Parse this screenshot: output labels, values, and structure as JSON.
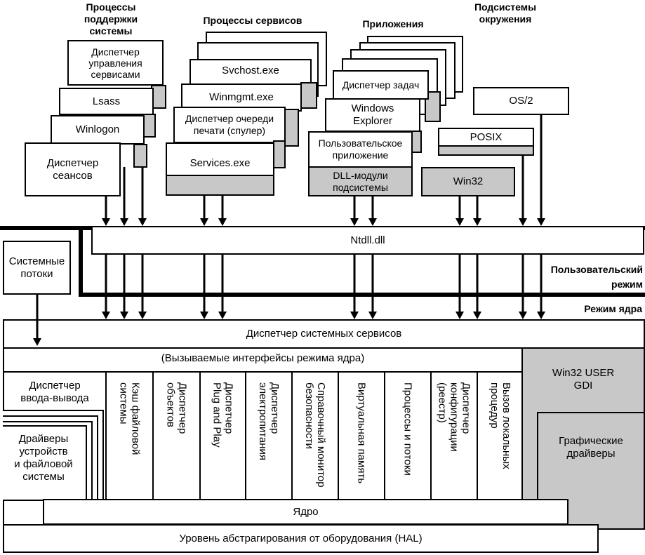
{
  "groups": {
    "support": "Процессы\nподдержки системы",
    "services": "Процессы сервисов",
    "apps": "Приложения",
    "env": "Подсистемы\nокружения"
  },
  "support_boxes": {
    "scm": "Диспетчер\nуправления\nсервисами",
    "lsass": "Lsass",
    "winlogon": "Winlogon",
    "smss": "Диспетчер\nсеансов"
  },
  "service_boxes": {
    "svchost": "Svchost.exe",
    "winmgmt": "Winmgmt.exe",
    "spooler": "Диспетчер очереди\nпечати (спулер)",
    "services": "Services.exe"
  },
  "app_boxes": {
    "taskmgr": "Диспетчер задач",
    "explorer": "Windows\nExplorer",
    "userapp": "Пользовательское\nприложение",
    "dll": "DLL-модули\nподсистемы"
  },
  "env_boxes": {
    "os2": "OS/2",
    "posix": "POSIX",
    "win32": "Win32"
  },
  "ntdll": "Ntdll.dll",
  "system_threads": "Системные\nпотоки",
  "user_mode": "Пользовательский\nрежим",
  "kernel_mode": "Режим ядра",
  "system_service_dispatcher": "Диспетчер системных сервисов",
  "callable_interfaces": "(Вызываемые интерфейсы режима ядра)",
  "io_manager": "Диспетчер\nввода-вывода",
  "device_drivers": "Драйверы\nустройств\nи файловой\nсистемы",
  "executive": [
    "Кэш файловой\nсистемы",
    "Диспетчер\nобъектов",
    "Диспетчер\nPlug and Play",
    "Диспетчер\nэлектропитания",
    "Справочный монитор\nбезопасности",
    "Виртуальная память",
    "Процессы и потоки",
    "Диспетчер\nконфигурации\n(реестр)",
    "Вызов локальных\nпроцедур"
  ],
  "win32_user_gdi": "Win32 USER\nGDI",
  "graphics_drivers": "Графические\nдрайверы",
  "kernel": "Ядро",
  "hal": "Уровень абстрагирования от оборудования (HAL)"
}
